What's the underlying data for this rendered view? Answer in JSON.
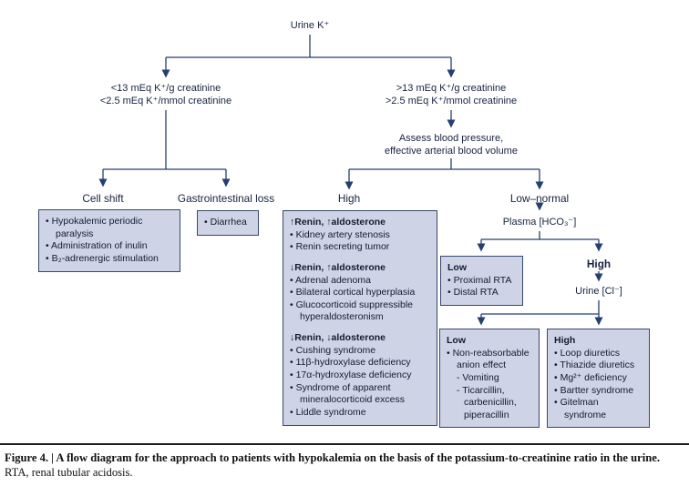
{
  "colors": {
    "line": "#24406e",
    "box_fill": "#ced3e5",
    "box_border": "#36486f",
    "text": "#16233f"
  },
  "nodes": {
    "root": "Urine K⁺",
    "cond_left_1": "<13 mEq K⁺/g creatinine",
    "cond_left_2": "<2.5 mEq K⁺/mmol creatinine",
    "cond_right_1": ">13 mEq K⁺/g creatinine",
    "cond_right_2": ">2.5 mEq K⁺/mmol creatinine",
    "assess_1": "Assess blood pressure,",
    "assess_2": "effective arterial blood volume",
    "cell_shift": "Cell shift",
    "gi_loss": "Gastrointestinal loss",
    "bp_high": "High",
    "bp_low_normal": "Low–normal",
    "plasma_hco3": "Plasma [HCO₃⁻]",
    "hco3_high": "High",
    "urine_cl": "Urine [Cl⁻]"
  },
  "boxes": {
    "cell_shift": {
      "items": [
        {
          "t": "• Hypokalemic periodic paralysis",
          "s": "b"
        },
        {
          "t": "• Administration of inulin",
          "s": "b"
        },
        {
          "t": "• B₂-adrenergic stimulation",
          "s": "b"
        }
      ]
    },
    "gi": {
      "items": [
        {
          "t": "• Diarrhea",
          "s": "b"
        }
      ]
    },
    "renin": {
      "items": [
        {
          "t": "↑Renin, ↑aldosterone",
          "s": "h"
        },
        {
          "t": "• Kidney artery stenosis",
          "s": "b"
        },
        {
          "t": "• Renin secreting tumor",
          "s": "b"
        },
        {
          "t": "↓Renin, ↑aldosterone",
          "s": "h"
        },
        {
          "t": "• Adrenal adenoma",
          "s": "b"
        },
        {
          "t": "• Bilateral cortical hyperplasia",
          "s": "b"
        },
        {
          "t": "• Glucocorticoid suppressible hyperaldosteronism",
          "s": "b"
        },
        {
          "t": "↓Renin, ↓aldosterone",
          "s": "h"
        },
        {
          "t": "• Cushing syndrome",
          "s": "b"
        },
        {
          "t": "• 11β-hydroxylase deficiency",
          "s": "b"
        },
        {
          "t": "• 17α-hydroxylase deficiency",
          "s": "b"
        },
        {
          "t": "• Syndrome of apparent mineralocorticoid excess",
          "s": "b"
        },
        {
          "t": "• Liddle syndrome",
          "s": "b"
        }
      ]
    },
    "rta": {
      "items": [
        {
          "t": "Low",
          "s": "h"
        },
        {
          "t": "• Proximal RTA",
          "s": "b"
        },
        {
          "t": "• Distal RTA",
          "s": "b"
        }
      ]
    },
    "ucl_low": {
      "items": [
        {
          "t": "Low",
          "s": "h"
        },
        {
          "t": "• Non-reabsorbable anion effect",
          "s": "b"
        },
        {
          "t": "- Vomiting",
          "s": "i"
        },
        {
          "t": "- Ticarcillin, carbenicillin, piperacillin",
          "s": "i"
        }
      ]
    },
    "ucl_high": {
      "items": [
        {
          "t": "High",
          "s": "h"
        },
        {
          "t": "• Loop diuretics",
          "s": "b"
        },
        {
          "t": "• Thiazide diuretics",
          "s": "b"
        },
        {
          "t": "• Mg²⁺ deficiency",
          "s": "b"
        },
        {
          "t": "• Bartter syndrome",
          "s": "b"
        },
        {
          "t": "• Gitelman syndrome",
          "s": "b"
        }
      ]
    }
  },
  "caption": {
    "bold": "Figure 4. | A flow diagram for the approach to patients with hypokalemia on the basis of the potassium-to-creatinine ratio in the urine.",
    "regular": " RTA, renal tubular acidosis."
  }
}
